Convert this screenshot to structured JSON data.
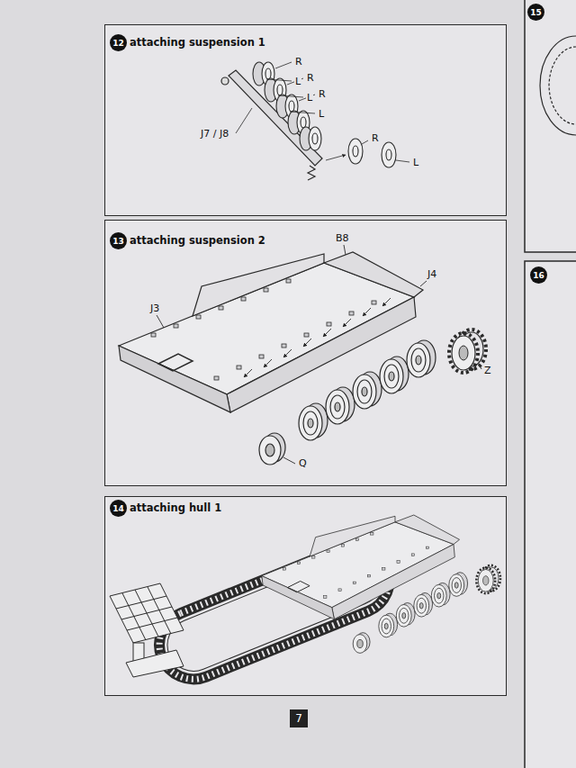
{
  "diagram": {
    "nodes": [
      {
        "text": [
          "attaching suspension 1"
        ]
      },
      {
        "text": [
          "12"
        ],
        "in": 0
      },
      {
        "text": [
          "attaching suspension 2"
        ]
      },
      {
        "text": [
          "13"
        ],
        "in": 2
      },
      {
        "text": [
          "attaching hull 1"
        ]
      },
      {
        "text": [
          "14"
        ],
        "in": 4
      },
      {
        "text": [
          "7"
        ]
      },
      {
        "text": [
          "15"
        ]
      },
      {
        "text": [
          "16"
        ]
      }
    ],
    "labels": [
      "R",
      "L",
      "R",
      "L",
      "R",
      "L",
      "J7 / J8",
      "R",
      "L",
      "B8",
      "J3",
      "J4",
      "Z",
      "Q"
    ]
  }
}
